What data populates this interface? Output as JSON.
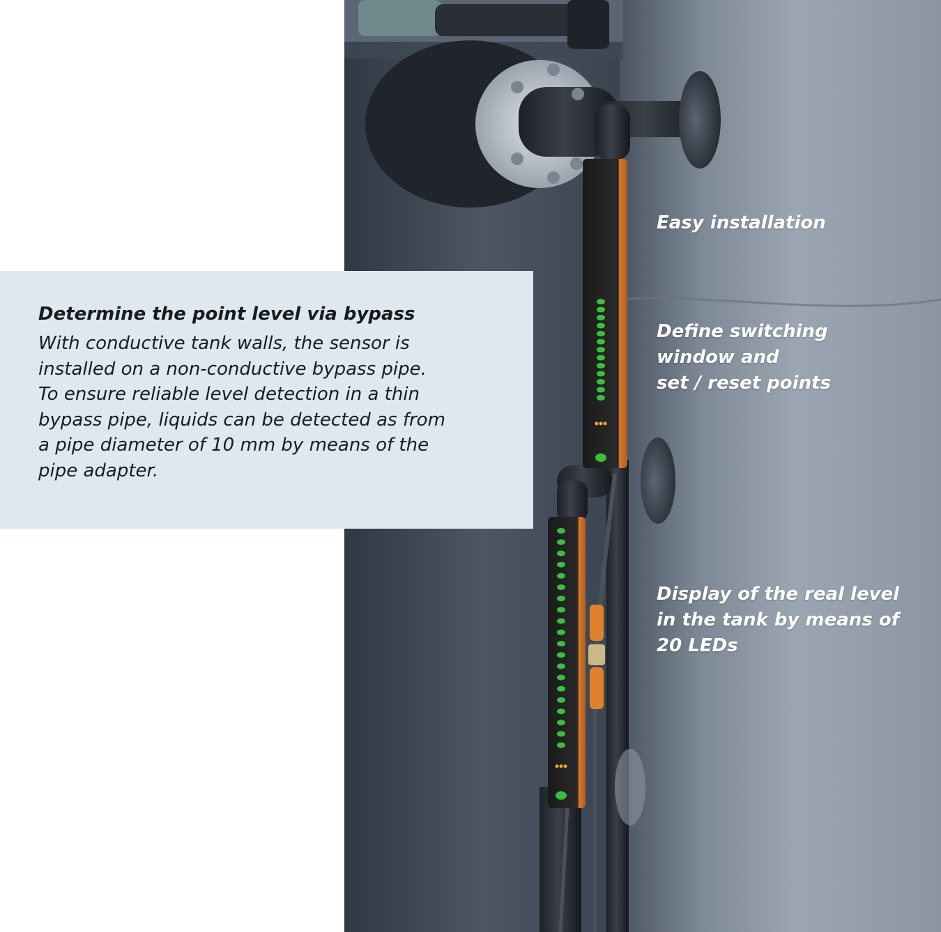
{
  "photo": {
    "icon": "level-sensor-photo",
    "upper_sensor_leds": 13,
    "lower_sensor_leds": 20,
    "led_color": "#36c23a",
    "status_led_color": "#f5a623",
    "housing_color": "#e0822c"
  },
  "captions": [
    {
      "text": "Easy installation"
    },
    {
      "text": "Define switching\nwindow and\nset / reset points"
    },
    {
      "text": "Display of the real level\nin the tank by means of\n20 LEDs"
    }
  ],
  "info": {
    "title": "Determine the point level via bypass",
    "body": "With conductive tank walls, the sensor is\ninstalled on a non-conductive bypass pipe.\nTo ensure reliable level detection in a thin\nbypass pipe, liquids can be detected as from\na pipe diameter of 10 mm by means of the\npipe adapter."
  }
}
